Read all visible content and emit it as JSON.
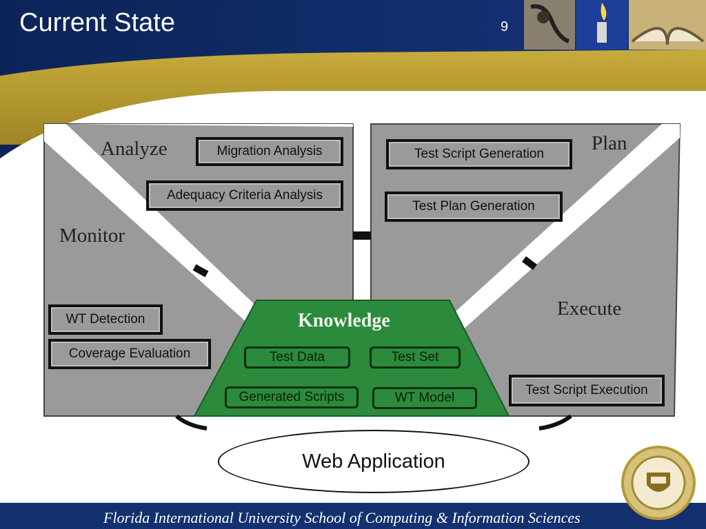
{
  "header": {
    "title": "Current State",
    "slide_number": "9"
  },
  "diagram": {
    "sections": {
      "analyze": "Analyze",
      "plan": "Plan",
      "monitor": "Monitor",
      "execute": "Execute"
    },
    "analyze_boxes": [
      "Migration Analysis",
      "Adequacy Criteria Analysis"
    ],
    "plan_boxes": [
      "Test Script Generation",
      "Test Plan Generation"
    ],
    "monitor_boxes": [
      "WT Detection",
      "Coverage Evaluation"
    ],
    "execute_boxes": [
      "Test Script Execution"
    ],
    "knowledge": {
      "title": "Knowledge",
      "items": [
        "Test Data",
        "Test Set",
        "Generated Scripts",
        "WT Model"
      ]
    },
    "base": "Web Application"
  },
  "footer": {
    "text": "Florida International University School of Computing & Information Sciences"
  },
  "colors": {
    "navy": "#0f2a63",
    "gold": "#b4982e",
    "panel_gray": "#9a9a9a",
    "knowledge_green": "#2b8a3c"
  }
}
